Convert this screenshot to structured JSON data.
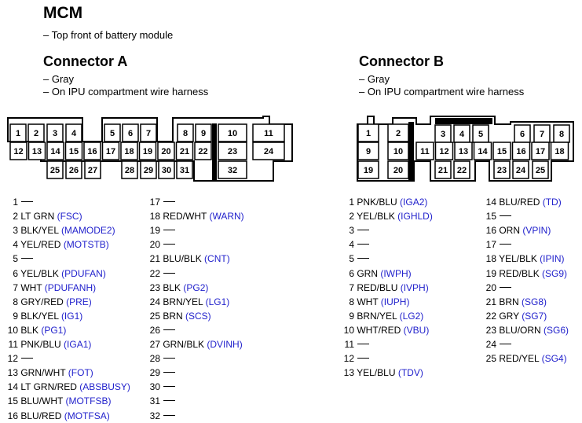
{
  "title": "MCM",
  "subtitle": "– Top front of battery module",
  "connector_a": {
    "title": "Connector A",
    "notes": [
      "– Gray",
      "– On IPU compartment wire harness"
    ],
    "pinout_left": [
      {
        "pin": "1",
        "wire": "",
        "signal": ""
      },
      {
        "pin": "2",
        "wire": "LT GRN ",
        "signal": "(FSC)"
      },
      {
        "pin": "3",
        "wire": "BLK/YEL ",
        "signal": "(MAMODE2)"
      },
      {
        "pin": "4",
        "wire": "YEL/RED ",
        "signal": "(MOTSTB)"
      },
      {
        "pin": "5",
        "wire": "",
        "signal": ""
      },
      {
        "pin": "6",
        "wire": "YEL/BLK ",
        "signal": "(PDUFAN)"
      },
      {
        "pin": "7",
        "wire": "WHT ",
        "signal": "(PDUFANH)"
      },
      {
        "pin": "8",
        "wire": "GRY/RED ",
        "signal": "(PRE)"
      },
      {
        "pin": "9",
        "wire": "BLK/YEL ",
        "signal": "(IG1)"
      },
      {
        "pin": "10",
        "wire": "BLK ",
        "signal": "(PG1)"
      },
      {
        "pin": "11",
        "wire": "PNK/BLU ",
        "signal": "(IGA1)"
      },
      {
        "pin": "12",
        "wire": "",
        "signal": ""
      },
      {
        "pin": "13",
        "wire": "GRN/WHT ",
        "signal": "(FOT)"
      },
      {
        "pin": "14",
        "wire": "LT GRN/RED ",
        "signal": "(ABSBUSY)"
      },
      {
        "pin": "15",
        "wire": "BLU/WHT ",
        "signal": "(MOTFSB)"
      },
      {
        "pin": "16",
        "wire": "BLU/RED ",
        "signal": "(MOTFSA)"
      }
    ],
    "pinout_right": [
      {
        "pin": "17",
        "wire": "",
        "signal": ""
      },
      {
        "pin": "18",
        "wire": "RED/WHT ",
        "signal": "(WARN)"
      },
      {
        "pin": "19",
        "wire": "",
        "signal": ""
      },
      {
        "pin": "20",
        "wire": "",
        "signal": ""
      },
      {
        "pin": "21",
        "wire": "BLU/BLK ",
        "signal": "(CNT)"
      },
      {
        "pin": "22",
        "wire": "",
        "signal": ""
      },
      {
        "pin": "23",
        "wire": "BLK ",
        "signal": "(PG2)"
      },
      {
        "pin": "24",
        "wire": "BRN/YEL ",
        "signal": "(LG1)"
      },
      {
        "pin": "25",
        "wire": "BRN ",
        "signal": "(SCS)"
      },
      {
        "pin": "26",
        "wire": "",
        "signal": ""
      },
      {
        "pin": "27",
        "wire": "GRN/BLK ",
        "signal": "(DVINH)"
      },
      {
        "pin": "28",
        "wire": "",
        "signal": ""
      },
      {
        "pin": "29",
        "wire": "",
        "signal": ""
      },
      {
        "pin": "30",
        "wire": "",
        "signal": ""
      },
      {
        "pin": "31",
        "wire": "",
        "signal": ""
      },
      {
        "pin": "32",
        "wire": "",
        "signal": ""
      }
    ]
  },
  "connector_b": {
    "title": "Connector B",
    "notes": [
      "– Gray",
      "– On IPU compartment wire harness"
    ],
    "pinout_left": [
      {
        "pin": "1",
        "wire": "PNK/BLU ",
        "signal": "(IGA2)"
      },
      {
        "pin": "2",
        "wire": "YEL/BLK ",
        "signal": "(IGHLD)"
      },
      {
        "pin": "3",
        "wire": "",
        "signal": ""
      },
      {
        "pin": "4",
        "wire": "",
        "signal": ""
      },
      {
        "pin": "5",
        "wire": "",
        "signal": ""
      },
      {
        "pin": "6",
        "wire": "GRN ",
        "signal": "(IWPH)"
      },
      {
        "pin": "7",
        "wire": "RED/BLU ",
        "signal": "(IVPH)"
      },
      {
        "pin": "8",
        "wire": "WHT ",
        "signal": "(IUPH)"
      },
      {
        "pin": "9",
        "wire": "BRN/YEL ",
        "signal": "(LG2)"
      },
      {
        "pin": "10",
        "wire": "WHT/RED ",
        "signal": "(VBU)"
      },
      {
        "pin": "11",
        "wire": "",
        "signal": ""
      },
      {
        "pin": "12",
        "wire": "",
        "signal": ""
      },
      {
        "pin": "13",
        "wire": "YEL/BLU ",
        "signal": "(TDV)"
      }
    ],
    "pinout_right": [
      {
        "pin": "14",
        "wire": "BLU/RED ",
        "signal": "(TD)"
      },
      {
        "pin": "15",
        "wire": "",
        "signal": ""
      },
      {
        "pin": "16",
        "wire": "ORN ",
        "signal": "(VPIN)"
      },
      {
        "pin": "17",
        "wire": "",
        "signal": ""
      },
      {
        "pin": "18",
        "wire": "YEL/BLK ",
        "signal": "(IPIN)"
      },
      {
        "pin": "19",
        "wire": "RED/BLK ",
        "signal": "(SG9)"
      },
      {
        "pin": "20",
        "wire": "",
        "signal": ""
      },
      {
        "pin": "21",
        "wire": "BRN ",
        "signal": "(SG8)"
      },
      {
        "pin": "22",
        "wire": "GRY ",
        "signal": "(SG7)"
      },
      {
        "pin": "23",
        "wire": "BLU/ORN ",
        "signal": "(SG6)"
      },
      {
        "pin": "24",
        "wire": "",
        "signal": ""
      },
      {
        "pin": "25",
        "wire": "RED/YEL ",
        "signal": "(SG4)"
      }
    ]
  },
  "colors": {
    "signal": "#2222cc",
    "line": "#000000"
  }
}
